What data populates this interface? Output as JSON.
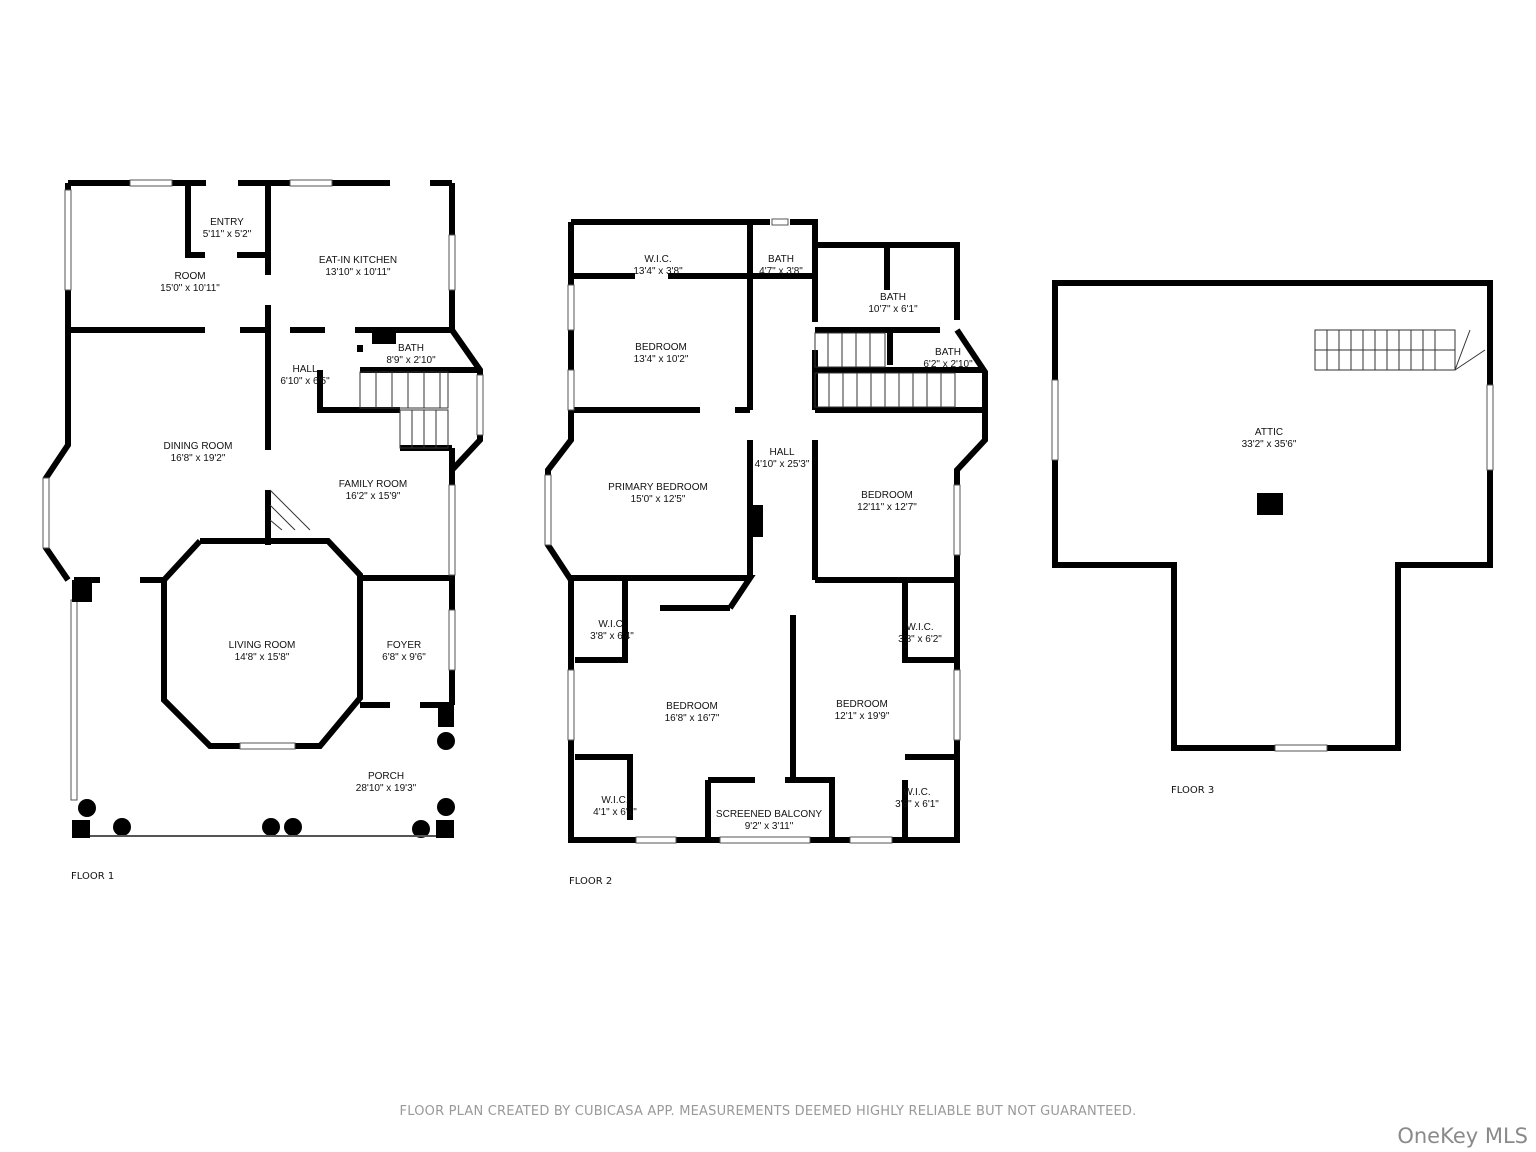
{
  "floors": [
    {
      "title": "FLOOR 1",
      "rooms": [
        {
          "name": "ENTRY",
          "size": "5'11\" x 5'2\""
        },
        {
          "name": "ROOM",
          "size": "15'0\" x 10'11\""
        },
        {
          "name": "EAT-IN KITCHEN",
          "size": "13'10\" x 10'11\""
        },
        {
          "name": "BATH",
          "size": "8'9\" x 2'10\""
        },
        {
          "name": "HALL",
          "size": "6'10\" x 6'5\""
        },
        {
          "name": "DINING ROOM",
          "size": "16'8\" x 19'2\""
        },
        {
          "name": "FAMILY ROOM",
          "size": "16'2\" x 15'9\""
        },
        {
          "name": "LIVING ROOM",
          "size": "14'8\" x 15'8\""
        },
        {
          "name": "FOYER",
          "size": "6'8\" x 9'6\""
        },
        {
          "name": "PORCH",
          "size": "28'10\" x 19'3\""
        }
      ]
    },
    {
      "title": "FLOOR 2",
      "rooms": [
        {
          "name": "W.I.C.",
          "size": "13'4\" x 3'8\""
        },
        {
          "name": "BATH",
          "size": "4'7\" x 3'8\""
        },
        {
          "name": "BATH",
          "size": "10'7\" x 6'1\""
        },
        {
          "name": "BEDROOM",
          "size": "13'4\" x 10'2\""
        },
        {
          "name": "BATH",
          "size": "6'2\" x 2'10\""
        },
        {
          "name": "HALL",
          "size": "4'10\" x 25'3\""
        },
        {
          "name": "PRIMARY BEDROOM",
          "size": "15'0\" x 12'5\""
        },
        {
          "name": "BEDROOM",
          "size": "12'11\" x 12'7\""
        },
        {
          "name": "W.I.C.",
          "size": "3'8\" x 6'4\""
        },
        {
          "name": "W.I.C.",
          "size": "3'8\" x 6'2\""
        },
        {
          "name": "BEDROOM",
          "size": "16'8\" x 16'7\""
        },
        {
          "name": "BEDROOM",
          "size": "12'1\" x 19'9\""
        },
        {
          "name": "W.I.C.",
          "size": "4'1\" x 6'1\""
        },
        {
          "name": "SCREENED BALCONY",
          "size": "9'2\" x 3'11\""
        },
        {
          "name": "W.I.C.",
          "size": "3'8\" x 6'1\""
        }
      ]
    },
    {
      "title": "FLOOR 3",
      "rooms": [
        {
          "name": "ATTIC",
          "size": "33'2\" x 35'6\""
        }
      ]
    }
  ],
  "footer": {
    "disclaimer": "FLOOR PLAN CREATED BY CUBICASA APP. MEASUREMENTS DEEMED HIGHLY RELIABLE BUT NOT GUARANTEED.",
    "watermark": "OneKey MLS"
  },
  "colors": {
    "wall": "#000000",
    "background": "#ffffff",
    "footer_text": "#999999",
    "watermark": "#8a8a8a"
  }
}
